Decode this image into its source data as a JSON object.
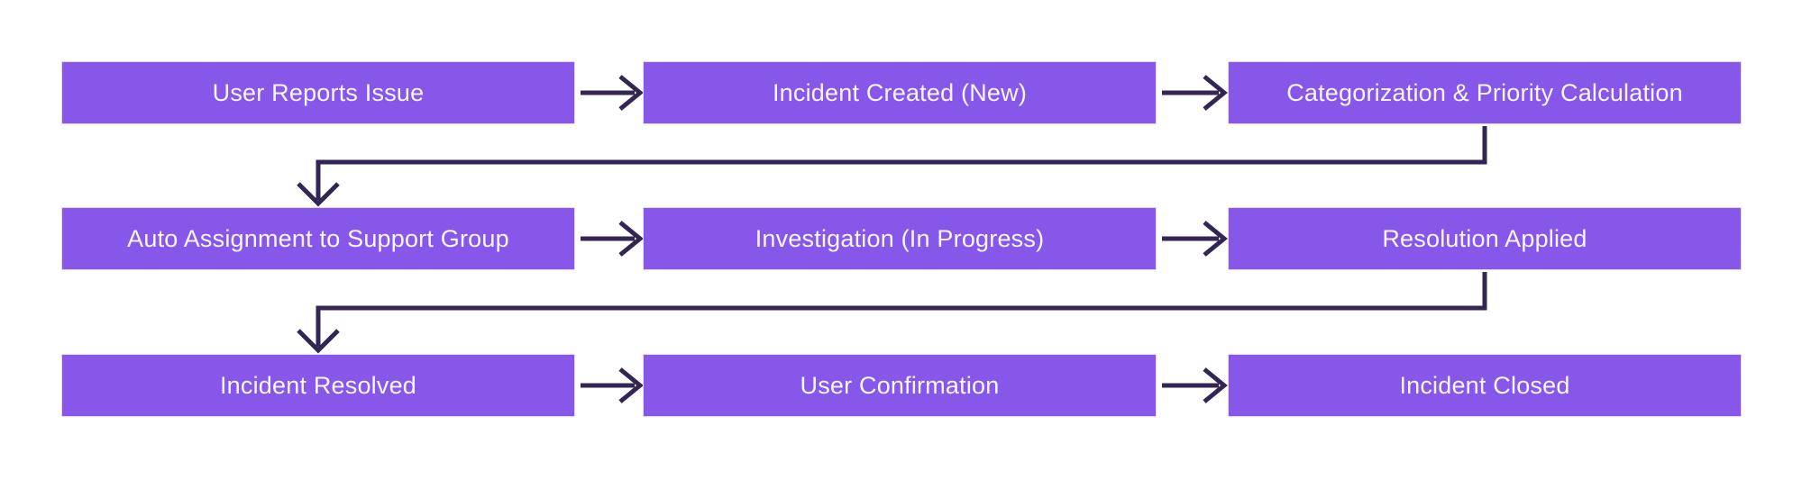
{
  "diagram": {
    "type": "flowchart",
    "direction": "left-to-right, wrapping rows",
    "nodes": [
      {
        "id": "user-reports-issue",
        "label": "User Reports Issue",
        "row": 1,
        "col": 1
      },
      {
        "id": "incident-created",
        "label": "Incident Created (New)",
        "row": 1,
        "col": 2
      },
      {
        "id": "categorization-priority",
        "label": "Categorization & Priority Calculation",
        "row": 1,
        "col": 3
      },
      {
        "id": "auto-assignment",
        "label": "Auto Assignment to Support Group",
        "row": 2,
        "col": 1
      },
      {
        "id": "investigation",
        "label": "Investigation (In Progress)",
        "row": 2,
        "col": 2
      },
      {
        "id": "resolution-applied",
        "label": "Resolution Applied",
        "row": 2,
        "col": 3
      },
      {
        "id": "incident-resolved",
        "label": "Incident Resolved",
        "row": 3,
        "col": 1
      },
      {
        "id": "user-confirmation",
        "label": "User Confirmation",
        "row": 3,
        "col": 2
      },
      {
        "id": "incident-closed",
        "label": "Incident Closed",
        "row": 3,
        "col": 3
      }
    ],
    "edges": [
      {
        "from": "user-reports-issue",
        "to": "incident-created",
        "style": "straight-right"
      },
      {
        "from": "incident-created",
        "to": "categorization-priority",
        "style": "straight-right"
      },
      {
        "from": "categorization-priority",
        "to": "auto-assignment",
        "style": "elbow-down-left-down"
      },
      {
        "from": "auto-assignment",
        "to": "investigation",
        "style": "straight-right"
      },
      {
        "from": "investigation",
        "to": "resolution-applied",
        "style": "straight-right"
      },
      {
        "from": "resolution-applied",
        "to": "incident-resolved",
        "style": "elbow-down-left-down"
      },
      {
        "from": "incident-resolved",
        "to": "user-confirmation",
        "style": "straight-right"
      },
      {
        "from": "user-confirmation",
        "to": "incident-closed",
        "style": "straight-right"
      }
    ],
    "colors": {
      "background": "#ffffff",
      "node_fill": "#8657e8",
      "node_border": "#e7d9f8",
      "node_text": "#f8f5fc",
      "arrow": "#332554"
    }
  }
}
